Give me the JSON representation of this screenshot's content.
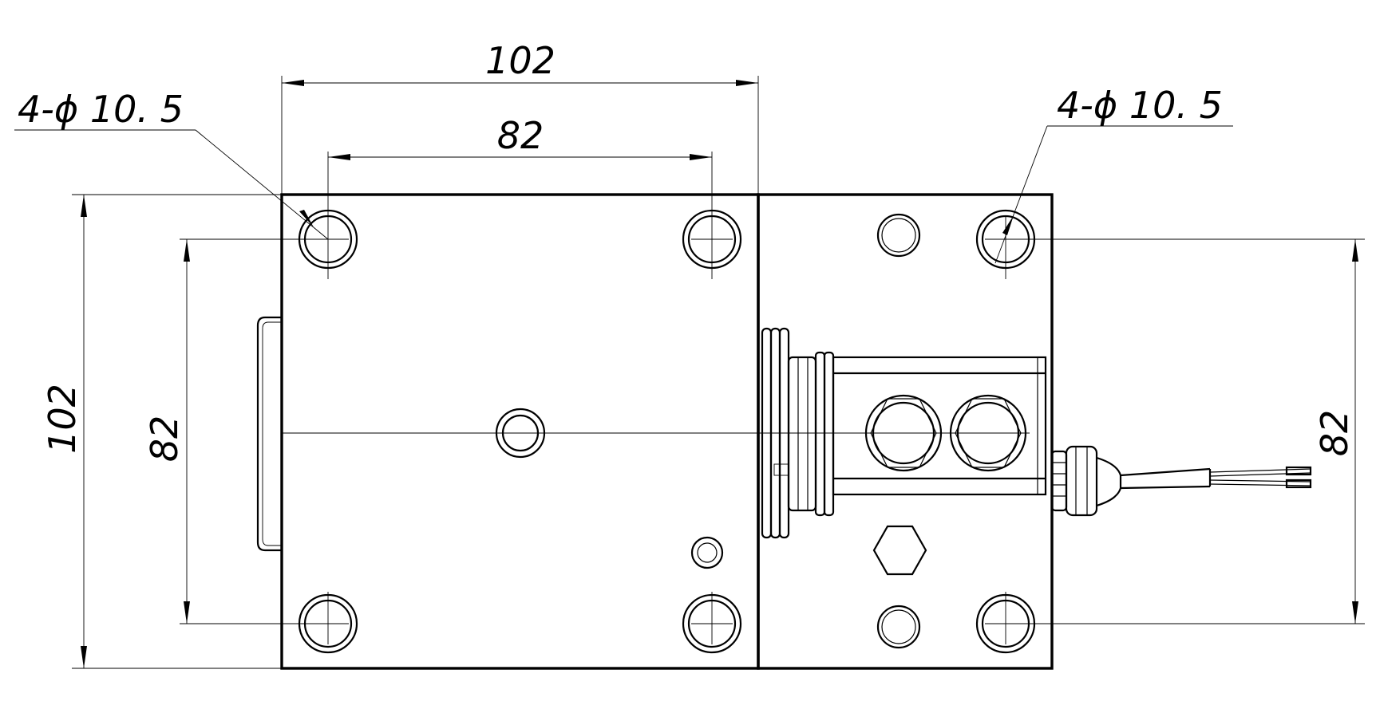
{
  "dimensions": {
    "top_overall": "102",
    "top_hole_spacing": "82",
    "left_overall": "102",
    "left_hole_spacing": "82",
    "right_hole_spacing": "82"
  },
  "callouts": {
    "left_holes": "4-ϕ 10. 5",
    "right_holes": "4-ϕ 10. 5"
  },
  "colors": {
    "line": "#000000",
    "background": "#ffffff"
  }
}
